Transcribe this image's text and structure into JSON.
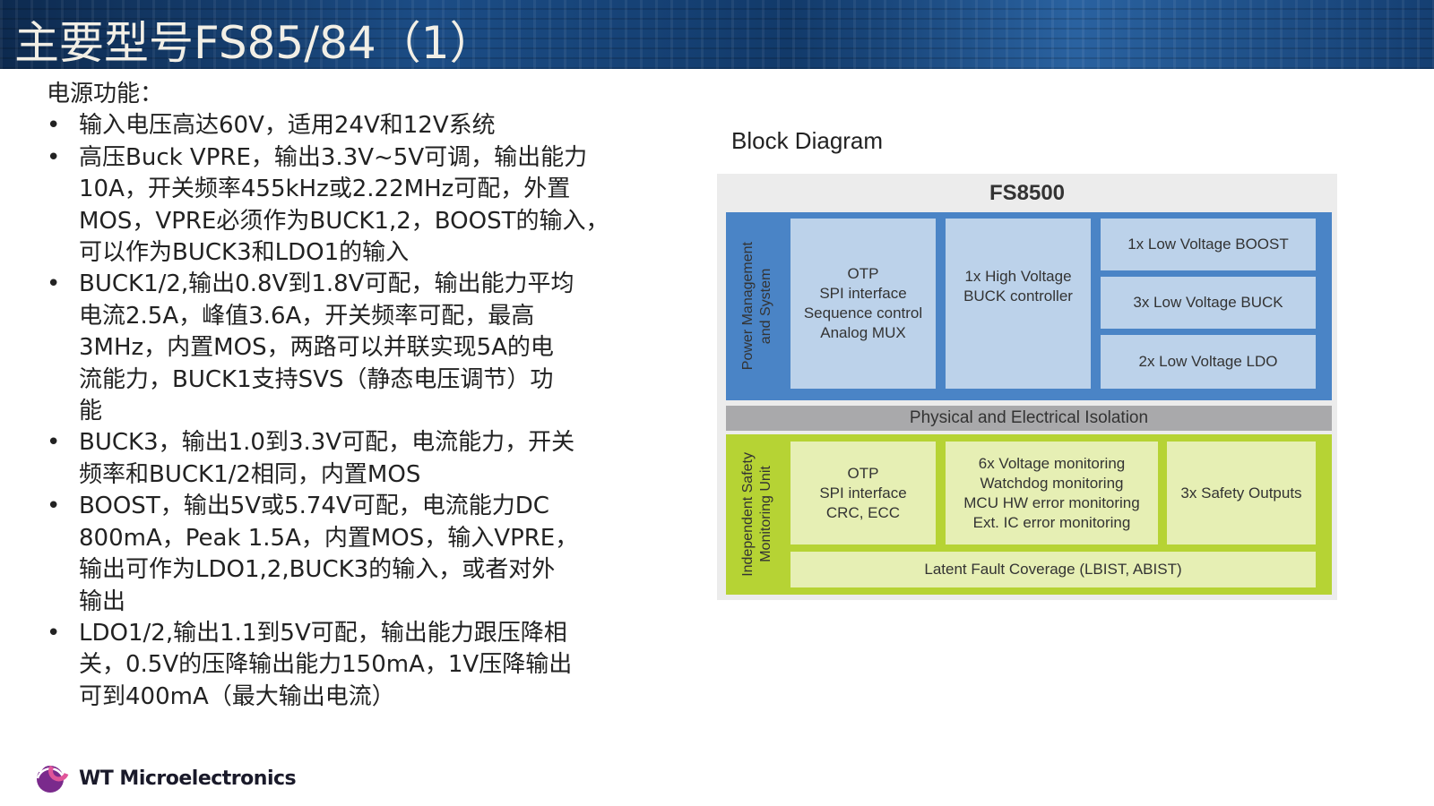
{
  "title": {
    "cn": "主要型号",
    "latin": "FS85/84（1）"
  },
  "content": {
    "heading": "电源功能：",
    "bullets": [
      [
        "输入电压高达60V，适用24V和12V系统"
      ],
      [
        "高压Buck VPRE，输出3.3V~5V可调，输出能力",
        "10A，开关频率455kHz或2.22MHz可配，外置",
        "MOS，VPRE必须作为BUCK1,2，BOOST的输入，",
        "可以作为BUCK3和LDO1的输入"
      ],
      [
        "BUCK1/2,输出0.8V到1.8V可配，输出能力平均",
        "电流2.5A，峰值3.6A，开关频率可配，最高",
        "3MHz，内置MOS，两路可以并联实现5A的电",
        "流能力，BUCK1支持SVS（静态电压调节）功",
        "能"
      ],
      [
        "BUCK3，输出1.0到3.3V可配，电流能力，开关",
        "频率和BUCK1/2相同，内置MOS"
      ],
      [
        "BOOST，输出5V或5.74V可配，电流能力DC",
        "800mA，Peak 1.5A，内置MOS，输入VPRE，",
        "输出可作为LDO1,2,BUCK3的输入，或者对外",
        "输出"
      ],
      [
        "LDO1/2,输出1.1到5V可配，输出能力跟压降相",
        "关，0.5V的压降输出能力150mA，1V压降输出",
        "可到400mA（最大输出电流）"
      ]
    ]
  },
  "diagram": {
    "label": "Block Diagram",
    "chip": "FS8500",
    "pm_side": [
      "Power Management",
      "and System"
    ],
    "pm_blocks": {
      "control": [
        "OTP",
        "SPI interface",
        "Sequence control",
        "Analog MUX"
      ],
      "hv": [
        "1x High Voltage",
        "BUCK controller"
      ],
      "boost": "1x Low Voltage BOOST",
      "buck": "3x Low Voltage BUCK",
      "ldo": "2x Low Voltage LDO"
    },
    "isolation": "Physical and Electrical Isolation",
    "sm_side": [
      "Independent Safety",
      "Monitoring Unit"
    ],
    "sm_blocks": {
      "control": [
        "OTP",
        "SPI interface",
        "CRC, ECC"
      ],
      "monitor": [
        "6x Voltage monitoring",
        "Watchdog monitoring",
        "MCU HW error monitoring",
        "Ext. IC error monitoring"
      ],
      "outputs": "3x Safety Outputs",
      "latent": "Latent Fault Coverage (LBIST, ABIST)"
    }
  },
  "logo": {
    "text": "WT Microelectronics"
  },
  "colors": {
    "pm_blue": "#4a84c6",
    "pm_block": "#bcd2ea",
    "sm_green": "#b6d334",
    "sm_block": "#e6efb4",
    "isolation": "#a9a9ab"
  }
}
